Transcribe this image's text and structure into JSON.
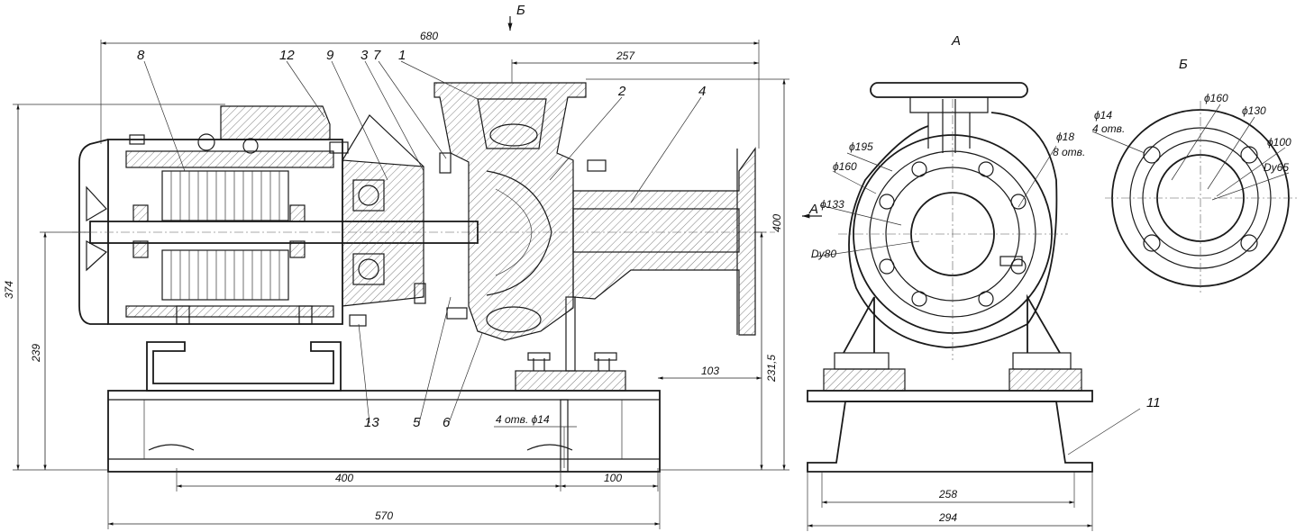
{
  "view_labels": {
    "section_b_arrow": "Б",
    "view_a": "А",
    "view_b": "Б",
    "arrow_a": "А"
  },
  "part_numbers": [
    "8",
    "12",
    "9",
    "3",
    "7",
    "1",
    "2",
    "4",
    "13",
    "5",
    "6",
    "11"
  ],
  "dimensions": {
    "overall_length": "680",
    "outlet_offset": "257",
    "total_height": "374",
    "shaft_height": "239",
    "outlet_height": "400",
    "base_height": "231,5",
    "foot_offset": "103",
    "hole_spec": "4 отв. ϕ14",
    "foot_spacing": "400",
    "foot_end": "100",
    "base_length": "570",
    "width_inner": "258",
    "width_outer": "294"
  },
  "flange_a": {
    "d195": "ϕ195",
    "d160": "ϕ160",
    "d133": "ϕ133",
    "dy": "Dy80",
    "holes": "ϕ18",
    "holes_count": "8 отв."
  },
  "flange_b": {
    "d14": "ϕ14",
    "holes_count": "4 отв.",
    "d160": "ϕ160",
    "d130": "ϕ130",
    "d100": "ϕ100",
    "dy": "Dy65"
  }
}
